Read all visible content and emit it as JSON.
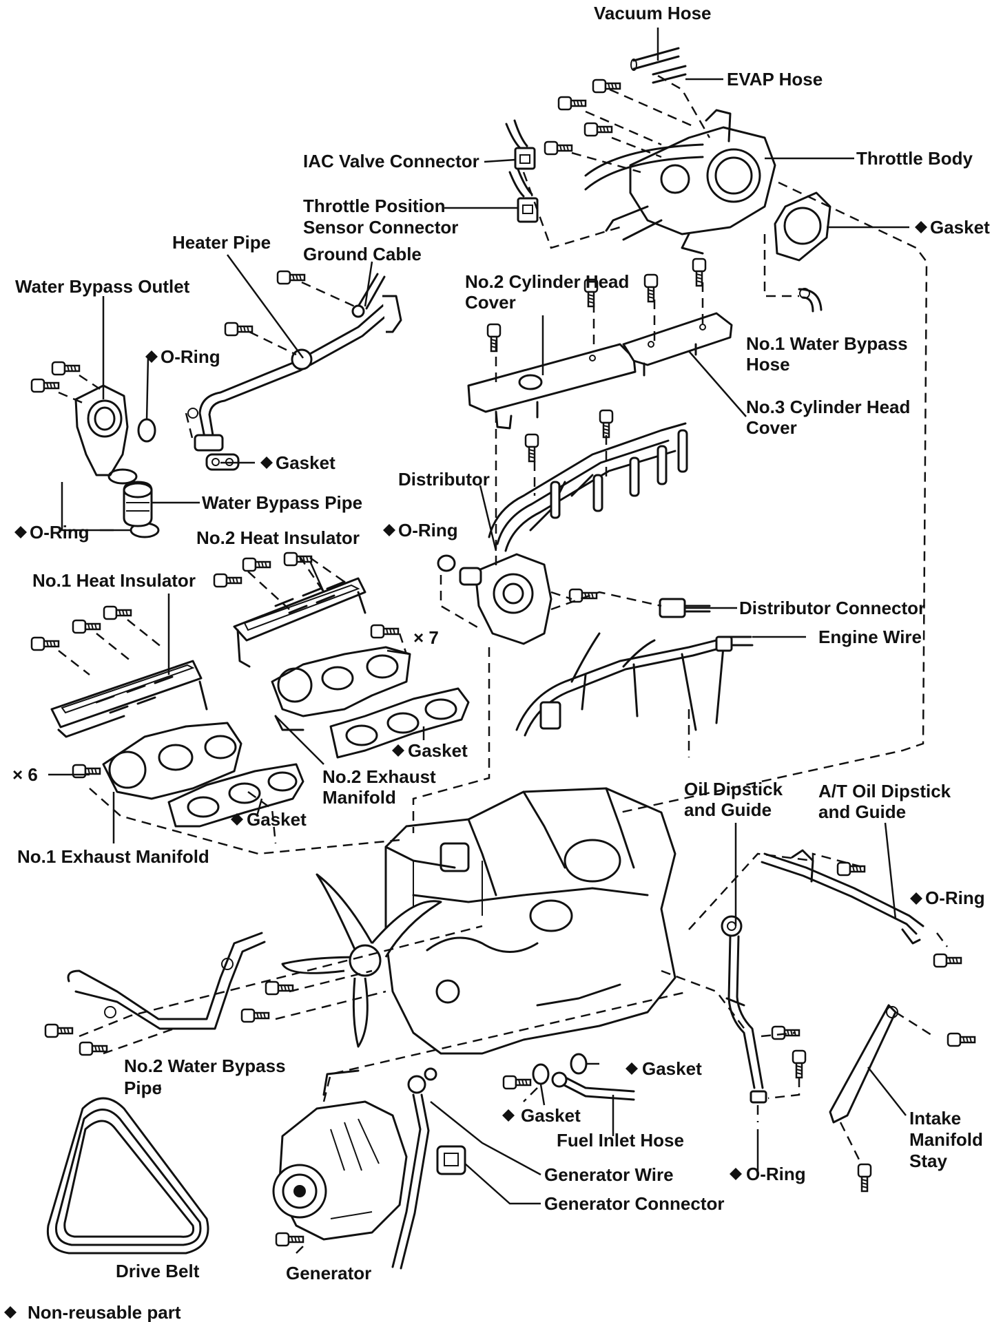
{
  "labels": {
    "vacuum_hose": "Vacuum Hose",
    "evap_hose": "EVAP Hose",
    "iac_valve_connector": "IAC Valve Connector",
    "throttle_body": "Throttle Body",
    "tps_connector_line1": "Throttle Position",
    "tps_connector_line2": "Sensor Connector",
    "gasket": "Gasket",
    "heater_pipe": "Heater Pipe",
    "ground_cable": "Ground Cable",
    "water_bypass_outlet": "Water Bypass Outlet",
    "no2_cyl_head_cover_line1": "No.2 Cylinder Head",
    "no2_cyl_head_cover_line2": "Cover",
    "no1_water_bypass_hose_line1": "No.1 Water Bypass",
    "no1_water_bypass_hose_line2": "Hose",
    "o_ring": "O-Ring",
    "no3_cyl_head_cover_line1": "No.3 Cylinder Head",
    "no3_cyl_head_cover_line2": "Cover",
    "distributor": "Distributor",
    "water_bypass_pipe": "Water Bypass Pipe",
    "no2_heat_insulator": "No.2 Heat Insulator",
    "no1_heat_insulator": "No.1 Heat Insulator",
    "distributor_connector": "Distributor Connector",
    "engine_wire": "Engine Wire",
    "times_7": "× 7",
    "times_6": "× 6",
    "no2_exhaust_manifold_line1": "No.2 Exhaust",
    "no2_exhaust_manifold_line2": "Manifold",
    "oil_dipstick_line1": "Oil Dipstick",
    "oil_dipstick_line2": "and Guide",
    "at_oil_dipstick_line1": "A/T Oil Dipstick",
    "at_oil_dipstick_line2": "and Guide",
    "no1_exhaust_manifold": "No.1 Exhaust Manifold",
    "no2_water_bypass_pipe_line1": "No.2 Water Bypass",
    "no2_water_bypass_pipe_line2": "Pipe",
    "fuel_inlet_hose": "Fuel Inlet Hose",
    "intake_manifold_stay_line1": "Intake",
    "intake_manifold_stay_line2": "Manifold",
    "intake_manifold_stay_line3": "Stay",
    "generator_wire": "Generator Wire",
    "generator_connector": "Generator Connector",
    "drive_belt": "Drive Belt",
    "generator": "Generator"
  },
  "legend": {
    "symbol": "◆",
    "text": "Non-reusable part"
  }
}
